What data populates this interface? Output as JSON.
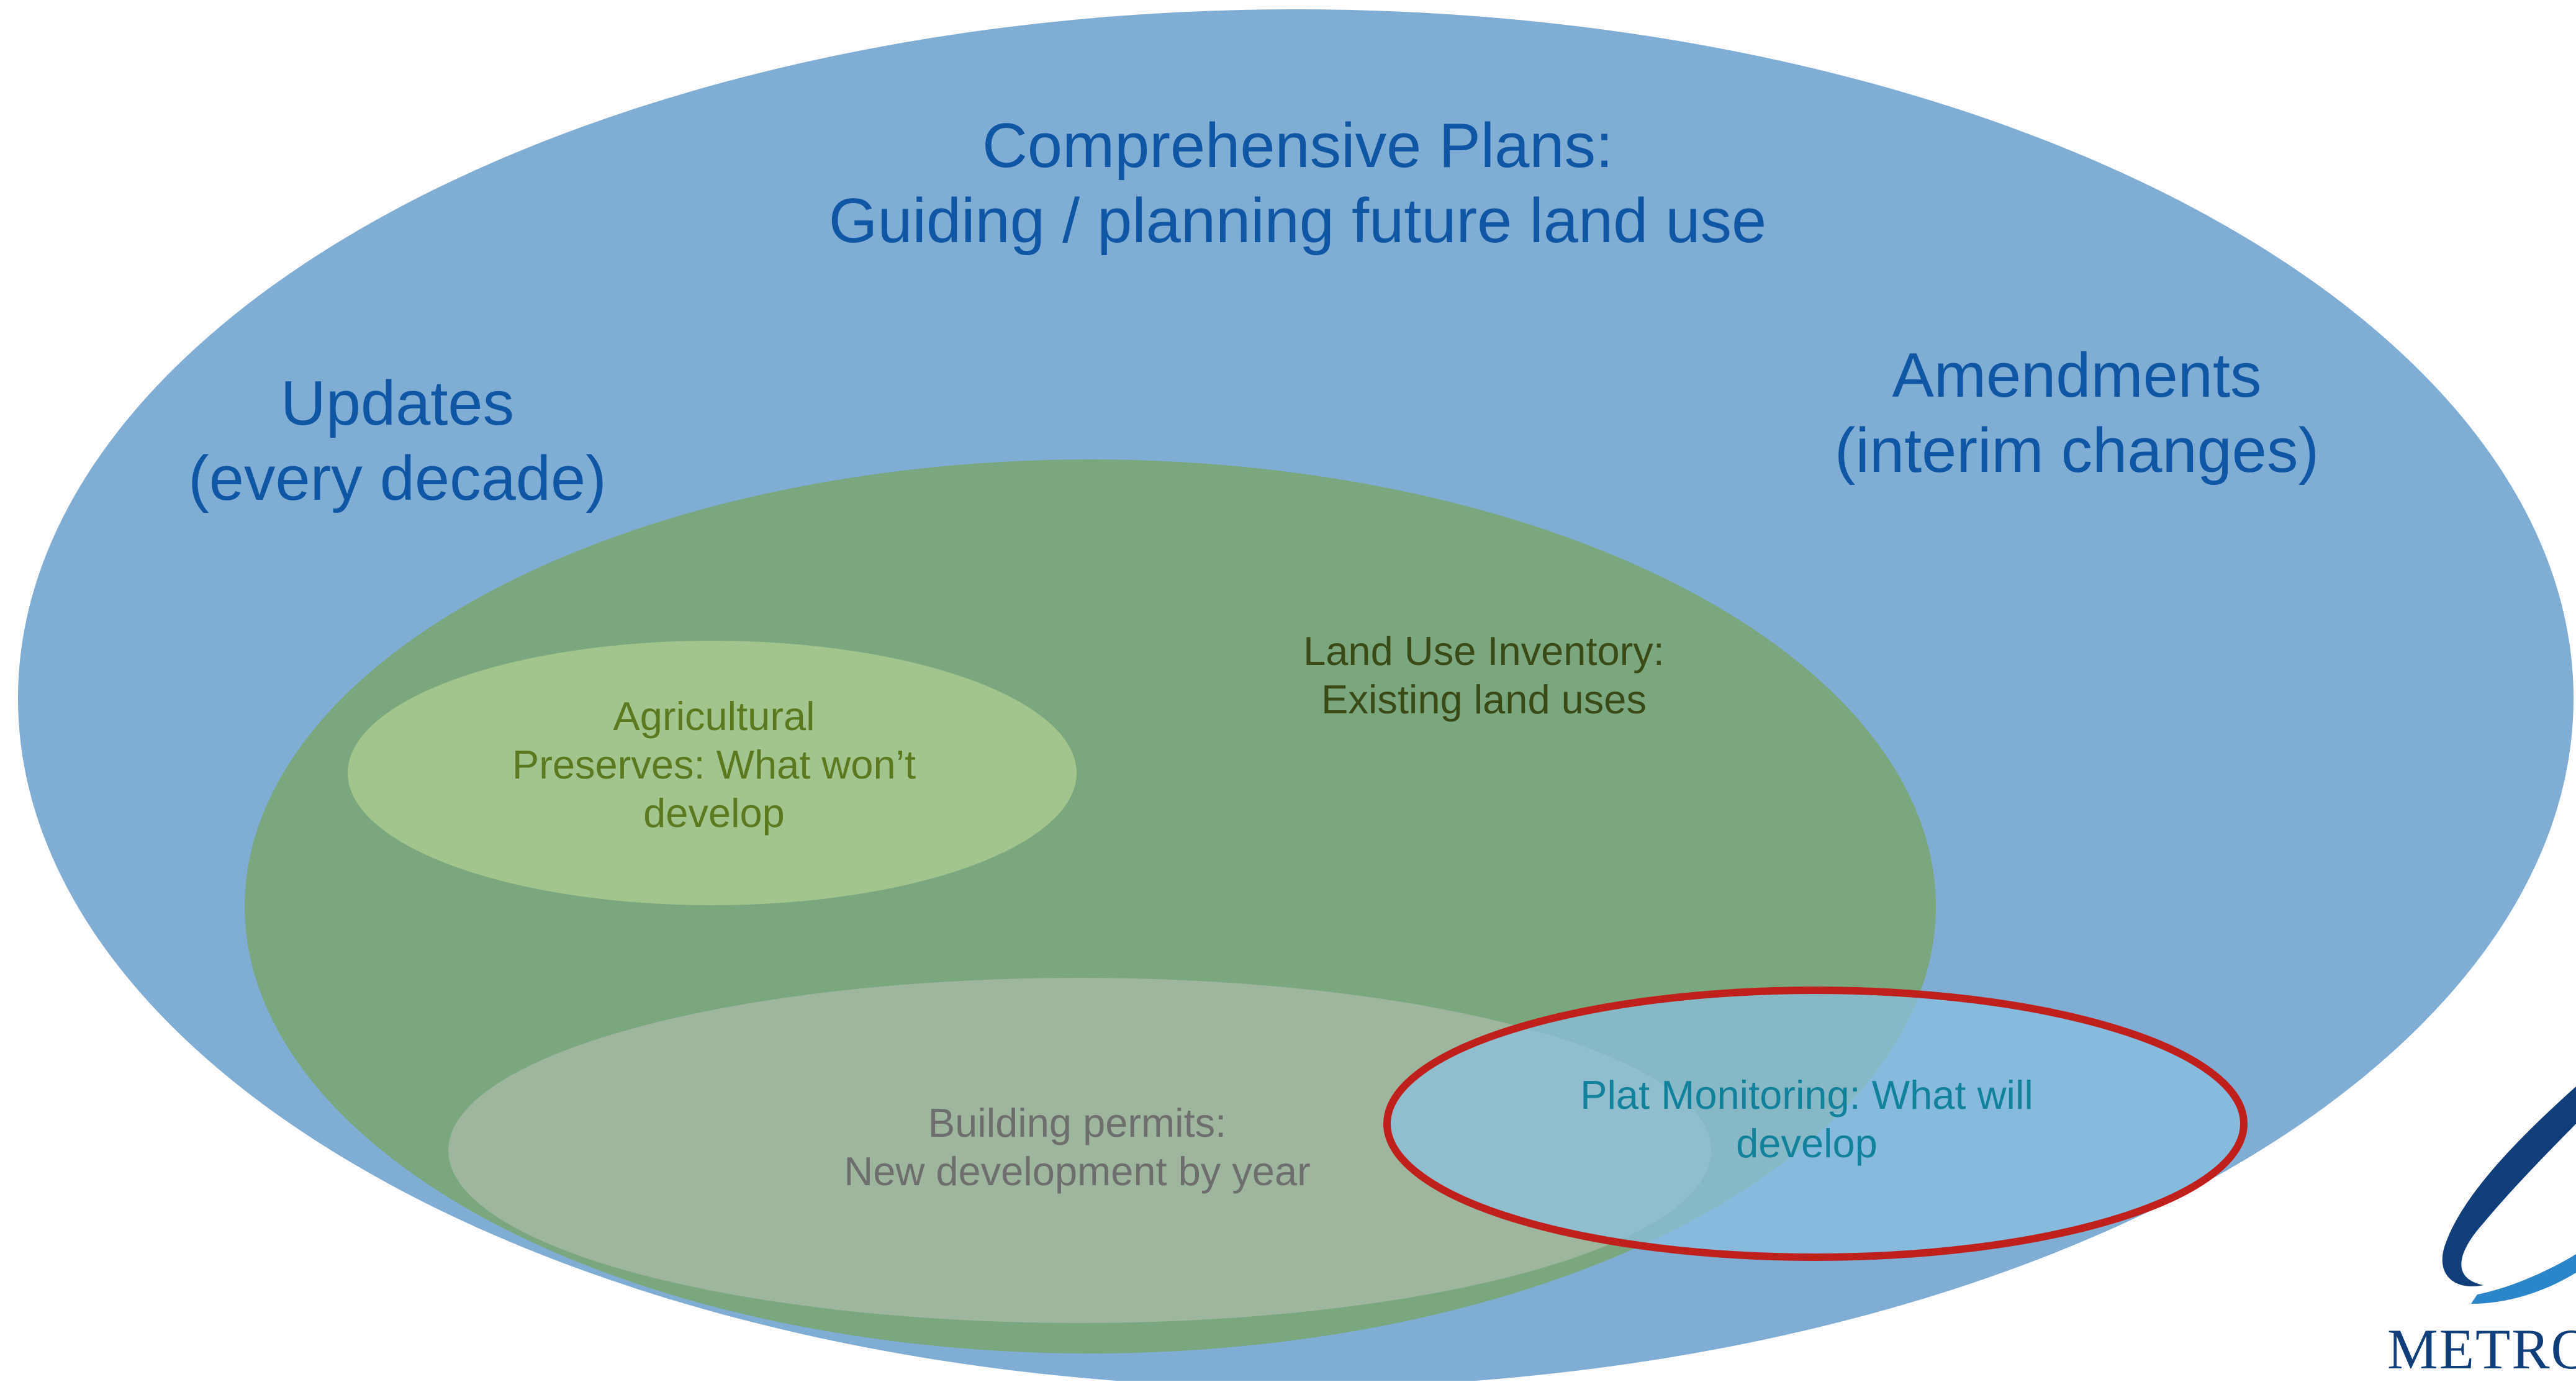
{
  "colors": {
    "plans_fill": "#7fadd4",
    "inventory_fill": "#7ba77f",
    "agri_fill": "#a2c58e",
    "building_fill": "#a0b6a0",
    "plat_fill": "#8bc1e0",
    "plat_outline": "#c0201c",
    "logo_blue": "#0f3e7a"
  },
  "plans": {
    "line1": "Comprehensive Plans:",
    "line2": "Guiding / planning future land use"
  },
  "updates": {
    "line1": "Updates",
    "line2": "(every decade)"
  },
  "amendments": {
    "line1": "Amendments",
    "line2": "(interim changes)"
  },
  "inventory": {
    "line1": "Land Use Inventory:",
    "line2": "Existing land uses"
  },
  "agricultural": {
    "line1": "Agricultural",
    "line2": "Preserves:  What won’t",
    "line3": "develop"
  },
  "building": {
    "line1": "Building permits:",
    "line2": "New development by year"
  },
  "plat": {
    "line1": "Plat Monitoring:  What will",
    "line2": "develop"
  },
  "logo": {
    "icon": "swoosh-logo-icon",
    "text": "METROPO"
  }
}
